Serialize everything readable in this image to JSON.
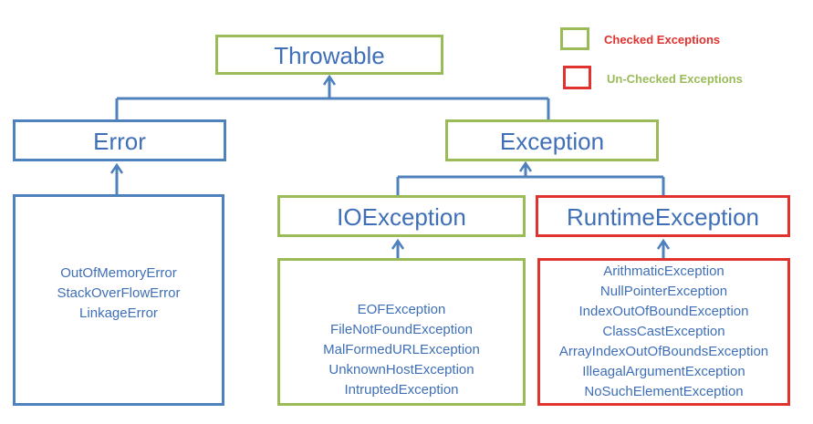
{
  "legend": {
    "checked_label": "Checked Exceptions",
    "unchecked_label": "Un-Checked Exceptions",
    "checked_color": "#9bbb59",
    "unchecked_color": "#e0332f"
  },
  "nodes": {
    "throwable": "Throwable",
    "error": "Error",
    "exception": "Exception",
    "io_exception": "IOException",
    "runtime_exception": "RuntimeException"
  },
  "error_subclasses": [
    "OutOfMemoryError",
    "StackOverFlowError",
    "LinkageError"
  ],
  "io_subclasses": [
    "EOFException",
    "FileNotFoundException",
    "MalFormedURLException",
    "UnknownHostException",
    "IntruptedException"
  ],
  "runtime_subclasses": [
    "ArithmaticException",
    "NullPointerException",
    "IndexOutOfBoundException",
    "ClassCastException",
    "ArrayIndexOutOfBoundsException",
    "IlleagalArgumentException",
    "NoSuchElementException"
  ],
  "colors": {
    "text": "#3f6fb7",
    "connector": "#4f81bd",
    "green_border": "#9bbb59",
    "blue_border": "#4f81bd",
    "red_border": "#e0332f"
  }
}
